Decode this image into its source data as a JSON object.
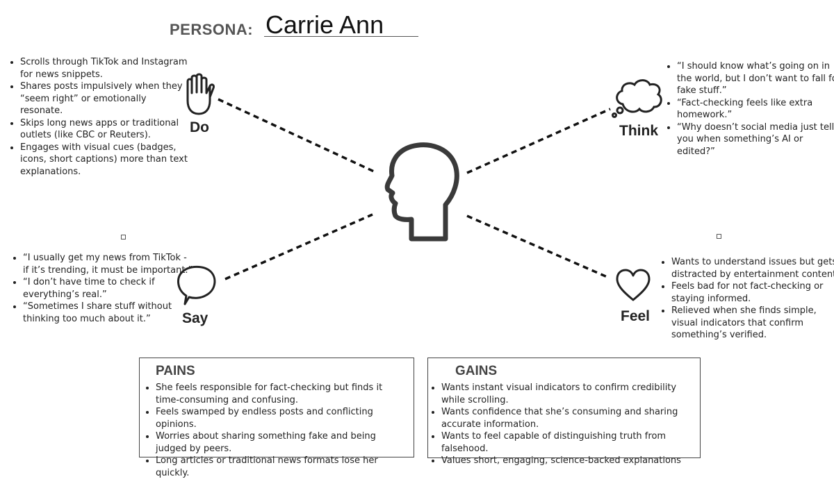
{
  "persona": {
    "label": "PERSONA:",
    "name": "Carrie Ann"
  },
  "do": {
    "label": "Do",
    "items": [
      "Scrolls through TikTok and Instagram for news snippets.",
      "Shares posts impulsively when they “seem right” or emotionally resonate.",
      "Skips long news apps or traditional outlets (like CBC or Reuters).",
      "Engages with visual cues (badges, icons, short captions) more than text explanations."
    ]
  },
  "think": {
    "label": "Think",
    "items": [
      "“I should know what’s going on in the world, but I don’t want to fall for fake stuff.”",
      "“Fact-checking feels like extra homework.”",
      "“Why doesn’t social media just tell you when something’s AI or edited?”"
    ]
  },
  "say": {
    "label": "Say",
    "items": [
      "“I usually get my news from TikTok - if it’s trending, it must be important.”",
      "“I don’t have time to check if everything’s real.”",
      "“Sometimes I share stuff without thinking too much about it.”"
    ]
  },
  "feel": {
    "label": "Feel",
    "items": [
      "Wants to understand issues but gets distracted by entertainment content.",
      "Feels bad for not fact-checking or staying informed.",
      "Relieved when she finds simple, visual indicators that confirm something’s verified."
    ]
  },
  "pains": {
    "title": "PAINS",
    "items": [
      "She feels responsible for fact-checking but finds it time-consuming and confusing.",
      "Feels swamped by endless posts and conflicting opinions.",
      "Worries about sharing something fake and being judged by peers.",
      "Long articles or traditional news formats lose her quickly."
    ]
  },
  "gains": {
    "title": "GAINS",
    "items": [
      "Wants instant visual indicators to confirm credibility while scrolling.",
      "Wants confidence that she’s consuming and sharing accurate information.",
      "Wants to feel capable of distinguishing truth from falsehood.",
      "Values short, engaging, science-backed explanations"
    ]
  },
  "icons": {
    "center": "head-profile-icon",
    "do": "hand-icon",
    "think": "thought-bubble-icon",
    "say": "speech-bubble-icon",
    "feel": "heart-icon"
  }
}
